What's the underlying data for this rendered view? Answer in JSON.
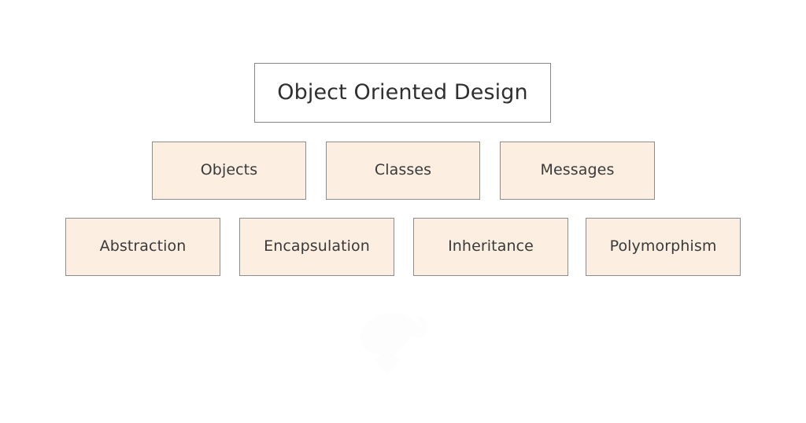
{
  "diagram": {
    "title": "Object Oriented Design",
    "background_color": "#ffffff",
    "root": {
      "label": "Object Oriented Design",
      "fill": "#ffffff",
      "border": "#868686",
      "text_color": "#2f2f2f"
    },
    "levels": [
      {
        "name": "core-concepts",
        "fill": "#fceee1",
        "border": "#8d8d8d",
        "text_color": "#3a3a3a",
        "nodes": [
          {
            "label": "Objects"
          },
          {
            "label": "Classes"
          },
          {
            "label": "Messages"
          }
        ]
      },
      {
        "name": "principles",
        "fill": "#fceee1",
        "border": "#8d8d8d",
        "text_color": "#3a3a3a",
        "nodes": [
          {
            "label": "Abstraction"
          },
          {
            "label": "Encapsulation"
          },
          {
            "label": "Inheritance"
          },
          {
            "label": "Polymorphism"
          }
        ]
      }
    ],
    "watermark": {
      "name": "faint-logo-watermark",
      "color": "#fdfdfd"
    }
  }
}
